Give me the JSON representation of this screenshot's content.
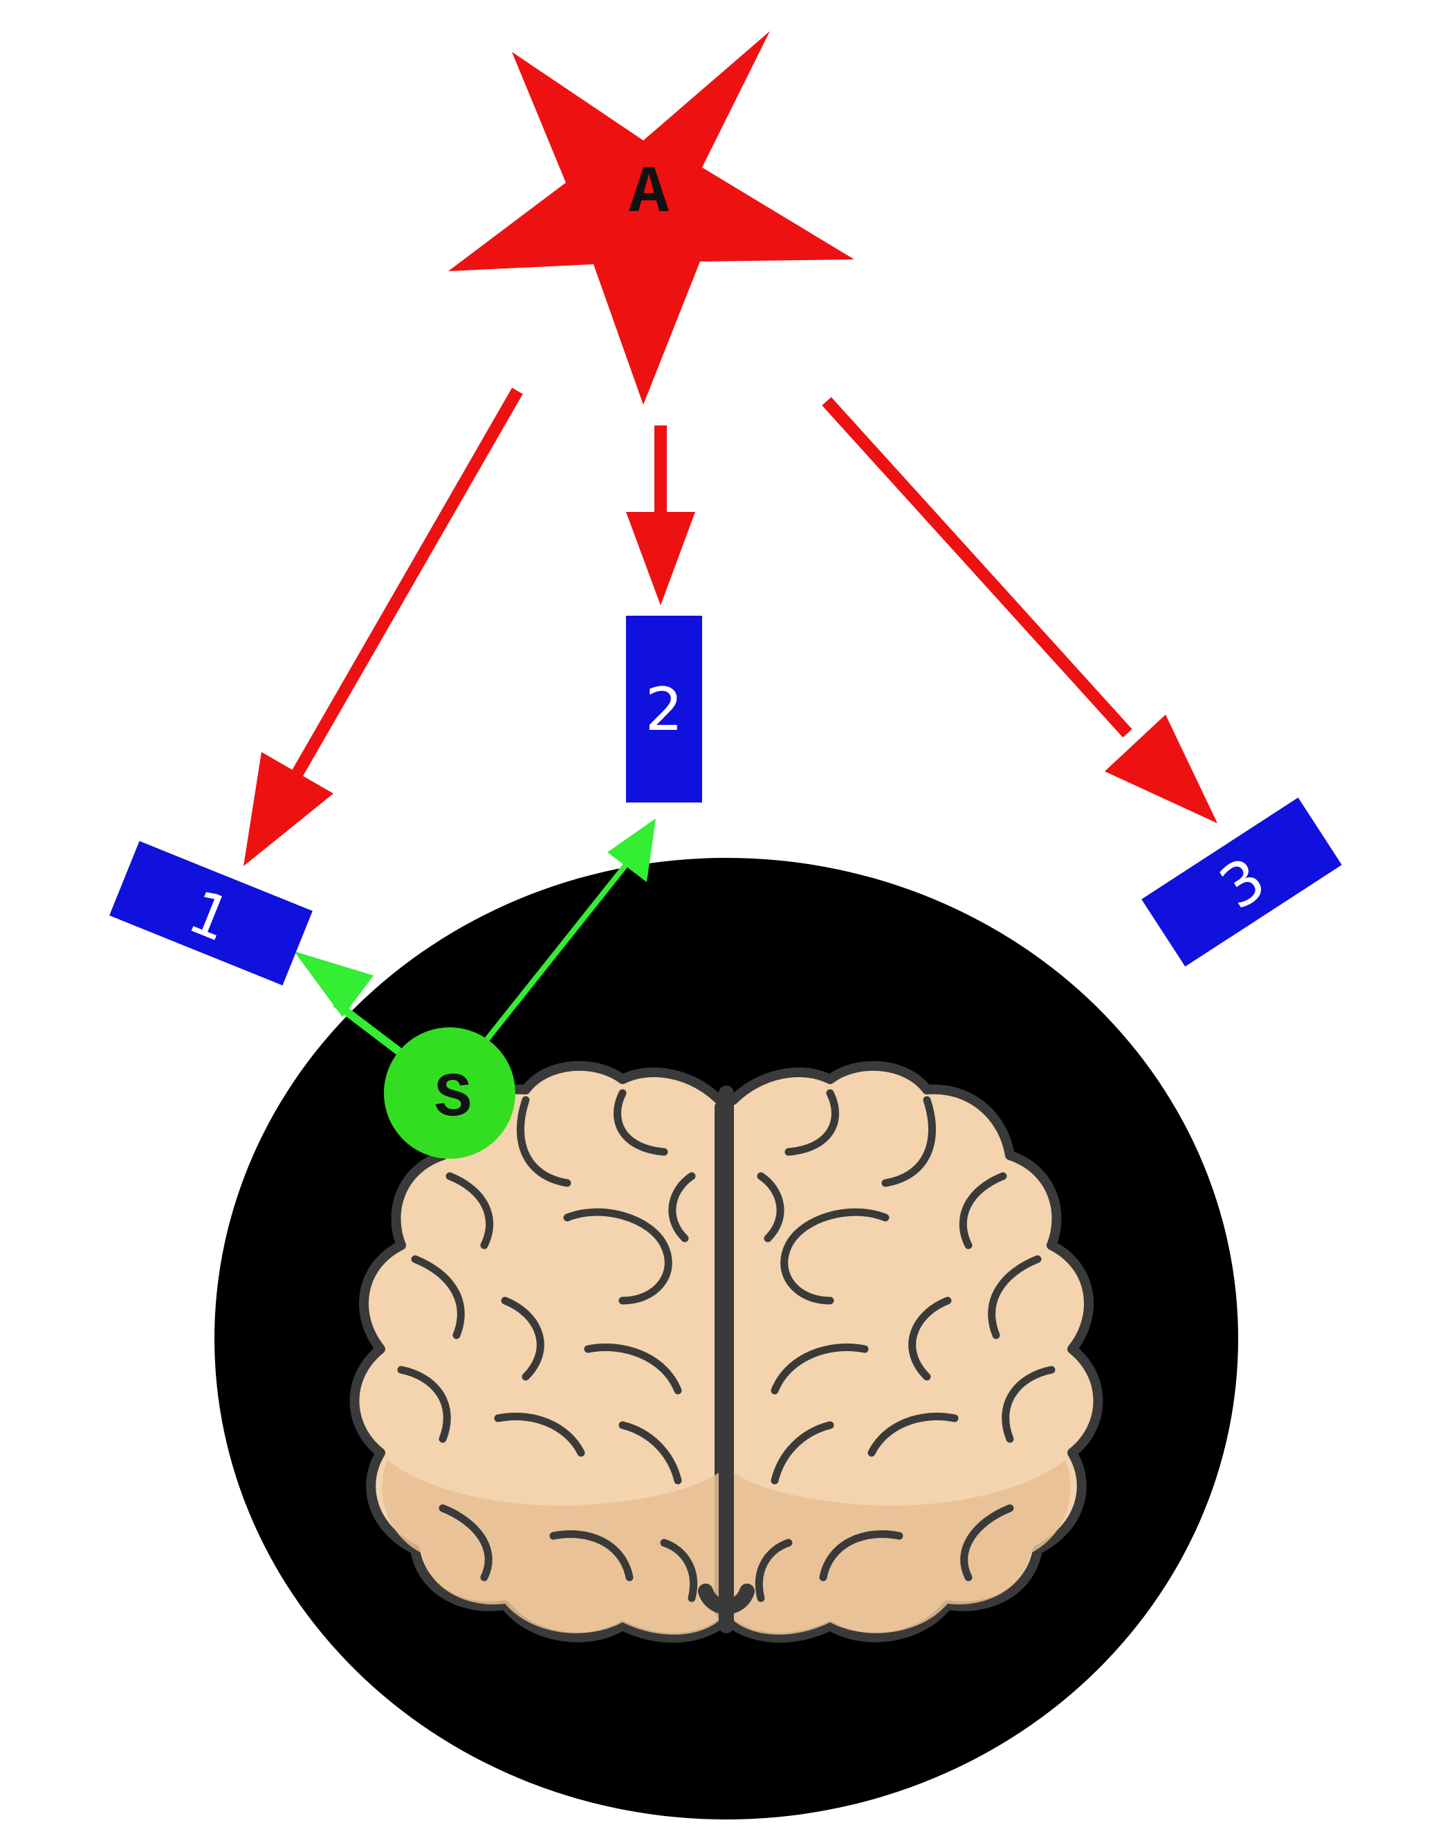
{
  "colors": {
    "background": "#ffffff",
    "source_star": "#ee1111",
    "red_arrows": "#ee1111",
    "sensors": "#1111dd",
    "sensor_text": "#ffffff",
    "head_disc": "#000000",
    "brain_fill": "#f3d4ae",
    "brain_shade": "#e6bf93",
    "brain_outline": "#3a3a3a",
    "stim_node": "#33dd22",
    "green_arrows": "#33ee33",
    "label_dark": "#111111"
  },
  "nodes": {
    "source": {
      "label": "A",
      "shape": "star",
      "icon": "star-icon"
    },
    "stimulator": {
      "label": "S",
      "shape": "circle"
    },
    "sensors": [
      {
        "label": "1"
      },
      {
        "label": "2"
      },
      {
        "label": "3"
      }
    ],
    "head": {
      "icon": "brain-icon"
    }
  },
  "edges": [
    {
      "from": "A",
      "to": "1",
      "color": "red"
    },
    {
      "from": "A",
      "to": "2",
      "color": "red"
    },
    {
      "from": "A",
      "to": "3",
      "color": "red"
    },
    {
      "from": "S",
      "to": "1",
      "color": "green"
    },
    {
      "from": "S",
      "to": "2",
      "color": "green"
    }
  ]
}
